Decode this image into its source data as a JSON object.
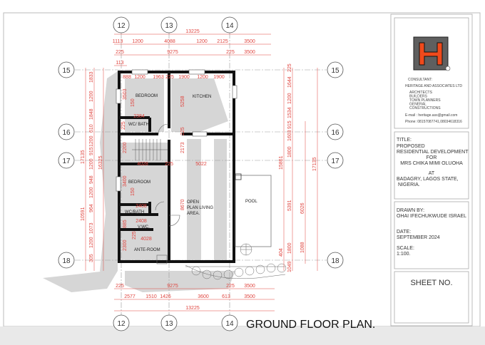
{
  "drawing_title": "GROUND FLOOR  PLAN.",
  "grid": {
    "columns": [
      "12",
      "13",
      "14"
    ],
    "rows": [
      "15",
      "16",
      "17",
      "18"
    ]
  },
  "rooms": {
    "bedroom1": "BEDROOM",
    "kitchen": "KITCHEN",
    "wc_bath1": "WC/ BATH",
    "bedroom2": "BEDROOM",
    "wc_bath2": "WC/BATH",
    "vwc": "V.WC.",
    "ante_room": "ANTE-ROOM",
    "living": [
      "OPEN",
      "PLAN LIVING",
      "AREA."
    ],
    "pool": "POOL"
  },
  "dimensions": {
    "top_overall": "13225",
    "top_row1": [
      "1113",
      "1200",
      "4088",
      "1200",
      "2125",
      "3500"
    ],
    "top_row2": [
      "225",
      "9275",
      "225",
      "3500"
    ],
    "top_row3": "113",
    "top_inner": [
      "888",
      "1200",
      "1963",
      "225",
      "1900",
      "1200",
      "1900"
    ],
    "interior": [
      "3503",
      "150",
      "2384",
      "225",
      "5258",
      "225",
      "2173",
      "2200",
      "4028",
      "225",
      "5022",
      "3400",
      "150",
      "2408",
      "8670",
      "2408",
      "885",
      "225",
      "4028",
      "2300"
    ],
    "bottom_row1": [
      "225",
      "9275",
      "225",
      "3500"
    ],
    "bottom_row2": [
      "2577",
      "1510",
      "1426",
      "3600",
      "613",
      "3500"
    ],
    "bottom_overall": "13225",
    "right_col": [
      "225",
      "1644",
      "1200",
      "1534",
      "915",
      "1603",
      "1800",
      "5391",
      "1800",
      "1049"
    ],
    "right_outer": [
      "15861",
      "6026",
      "1088",
      "17135",
      "404"
    ],
    "left_col": [
      "1833",
      "1200",
      "1848",
      "610",
      "1200",
      "915",
      "1200",
      "948",
      "1200",
      "964",
      "1073",
      "1200",
      "305"
    ],
    "left_outer": [
      "17135",
      "16325",
      "10591"
    ]
  },
  "title_block": {
    "consultant_label": "CONSULTANT:",
    "consultant_name": "HERITAGE AND ASSOCIATES LTD",
    "services": [
      "ARCHITECTS",
      "BUILDERS",
      "TOWN PLANNERS",
      "GENERAL",
      "CONSTRUCTIONS"
    ],
    "email": "E-mail : heritage.ass@gmail.com",
    "phone": "Phone: 08157087741,08034618316",
    "title_label": "TITLE:",
    "title_lines": [
      "PROPOSED",
      "RESIDENTIAL DEVELOPMENT",
      "FOR",
      "MRS CHIKA MIMI OLUOHA",
      "AT",
      "BADAGRY, LAGOS STATE,",
      "NIGERIA."
    ],
    "drawn_by_label": "DRAWN BY:",
    "drawn_by": "OHAI IFECHUKWUDE ISRAEL",
    "date_label": "DATE:",
    "date": "SEPTEMBER 2024",
    "scale_label": "SCALE:",
    "scale": "1:100.",
    "sheet_label": "SHEET NO."
  },
  "colors": {
    "logo_bg": "#5f5f5f",
    "logo_letter": "#f04a1c",
    "dimension": "#e0453f",
    "wall": "#111111",
    "shadow": "#d6d6d6"
  }
}
